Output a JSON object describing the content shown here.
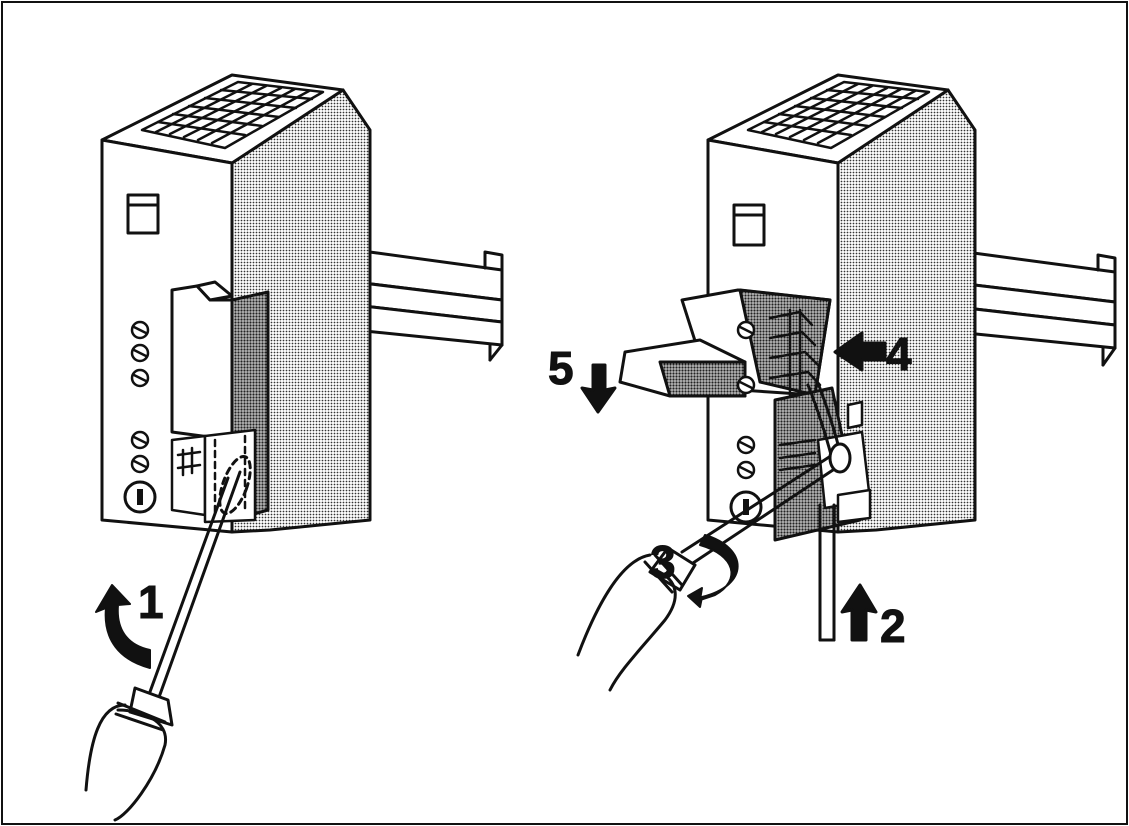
{
  "steps": {
    "s1": "1",
    "s2": "2",
    "s3": "3",
    "s4": "4",
    "s5": "5"
  },
  "colors": {
    "ink": "#111111",
    "paper": "#ffffff",
    "shade": "#6a6a6a"
  },
  "icons": {
    "step_arrow": "arrow-icon",
    "rotate": "rotate-arrow-icon",
    "screw_terminal": "screw-terminal-icon",
    "fuse": "fuse-holder-icon"
  }
}
